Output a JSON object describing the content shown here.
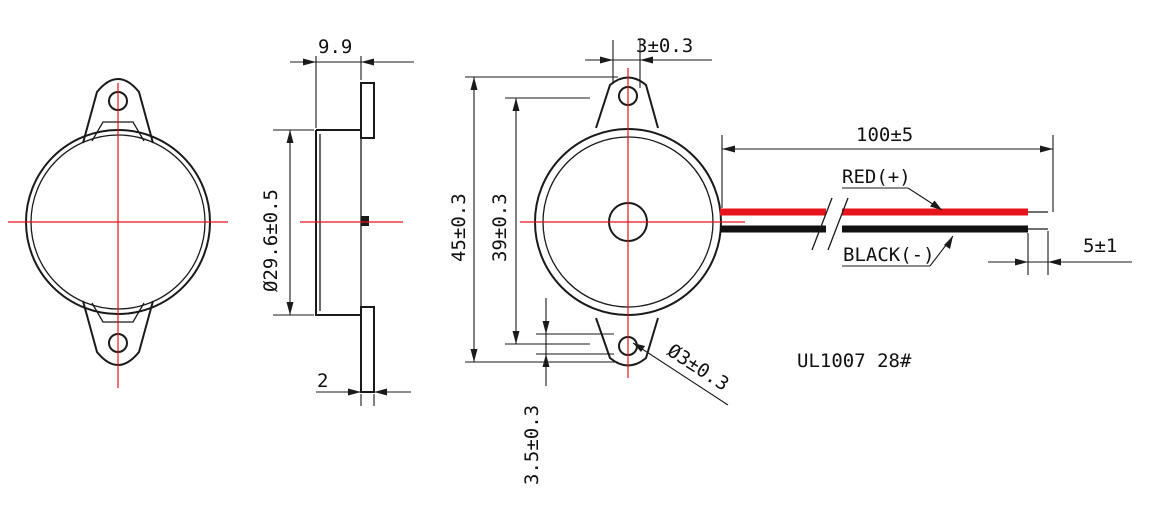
{
  "dimensions": {
    "side_thickness": "9.9",
    "side_diameter": "Ø29.6±0.5",
    "side_flange": "2",
    "hole_offset": "3±0.3",
    "overall_height": "45±0.3",
    "body_diameter": "39±0.3",
    "hole_diameter": "Ø3±0.3",
    "hole_edge": "3.5±0.3",
    "lead_length": "100±5",
    "strip_length": "5±1"
  },
  "wires": {
    "red_label": "RED(+)",
    "black_label": "BLACK(-)",
    "cable_spec": "UL1007 28#"
  },
  "colors": {
    "outline": "#1a1a1a",
    "centerline": "#e0141e",
    "red_wire": "#e8141c",
    "black_wire": "#111111"
  }
}
